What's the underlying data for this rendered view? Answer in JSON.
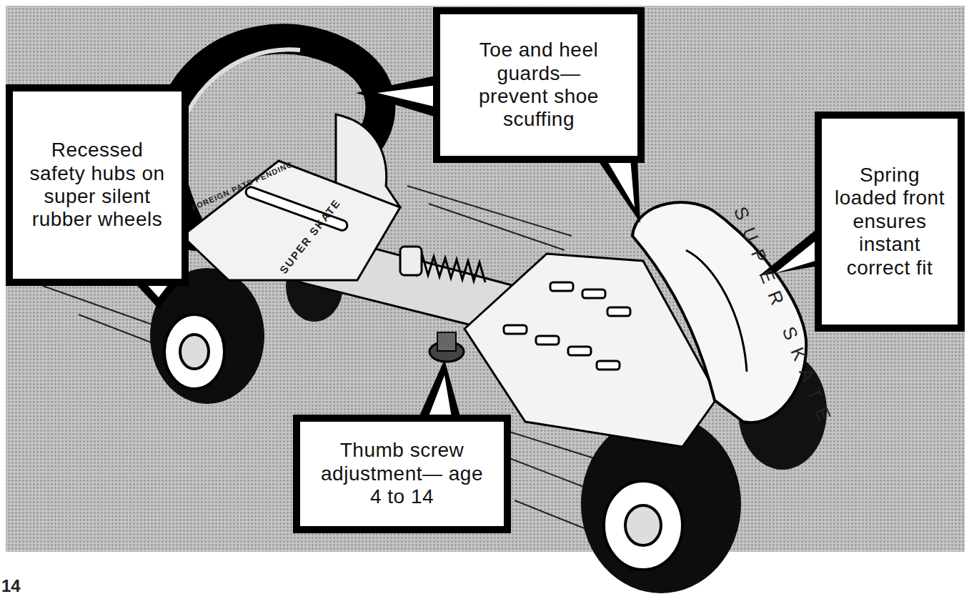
{
  "diagram": {
    "nodes": [
      {
        "text": [
          "Toe and heel guards— prevent shoe scuffing"
        ]
      },
      {
        "text": [
          "Recessed safety hubs on super silent rubber wheels"
        ]
      },
      {
        "text": [
          "Spring loaded front ensures instant correct fit"
        ]
      },
      {
        "text": [
          "Thumb screw adjustment— age 4 to 14"
        ]
      }
    ],
    "labels": [
      "FOREIGN PATS PENDING",
      "SUPER SKATE",
      "SUPER SKATE",
      "14"
    ]
  }
}
